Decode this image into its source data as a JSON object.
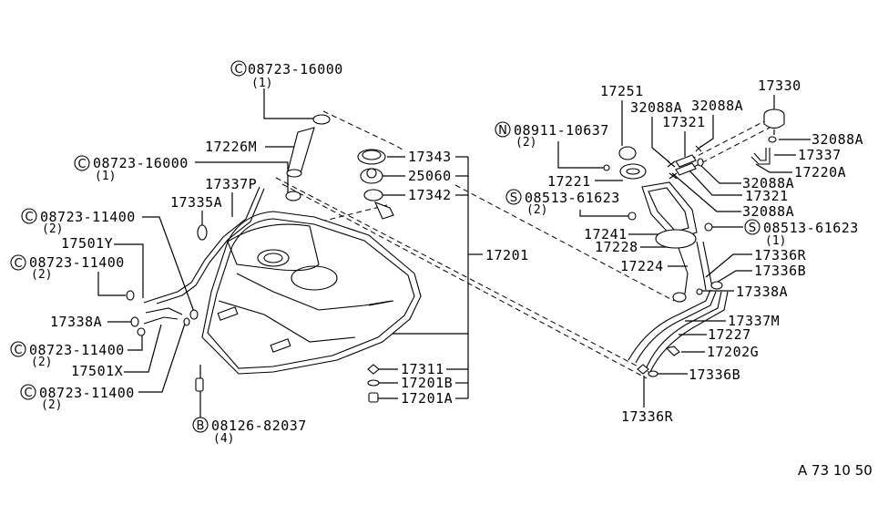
{
  "diagram": {
    "title": "Fuel Tank Parts Diagram",
    "reference_code": "A 73 10 50"
  },
  "labels": {
    "c_08723_16000_top": {
      "prefix": "C",
      "part": "08723-16000",
      "qty": "(1)"
    },
    "c_08723_16000_mid": {
      "prefix": "C",
      "part": "08723-16000",
      "qty": "(1)"
    },
    "c_08723_11400_a": {
      "prefix": "C",
      "part": "08723-11400",
      "qty": "(2)"
    },
    "c_08723_11400_b": {
      "prefix": "C",
      "part": "08723-11400",
      "qty": "(2)"
    },
    "c_08723_11400_c": {
      "prefix": "C",
      "part": "08723-11400",
      "qty": "(2)"
    },
    "c_08723_11400_d": {
      "prefix": "C",
      "part": "08723-11400",
      "qty": "(2)"
    },
    "b_08126_82037": {
      "prefix": "B",
      "part": "08126-82037",
      "qty": "(4)"
    },
    "n_08911_10637": {
      "prefix": "N",
      "part": "08911-10637",
      "qty": "(2)"
    },
    "s_08513_61623_a": {
      "prefix": "S",
      "part": "08513-61623",
      "qty": "(2)"
    },
    "s_08513_61623_b": {
      "prefix": "S",
      "part": "08513-61623",
      "qty": "(1)"
    },
    "p17226M": "17226M",
    "p17337P": "17337P",
    "p17335A": "17335A",
    "p17501Y": "17501Y",
    "p17338A_left": "17338A",
    "p17501X": "17501X",
    "p17343": "17343",
    "p25060": "25060",
    "p17342": "17342",
    "p17201": "17201",
    "p17311": "17311",
    "p17201B": "17201B",
    "p17201A": "17201A",
    "p17251": "17251",
    "p32088A_1": "32088A",
    "p32088A_2": "32088A",
    "p17321_top": "17321",
    "p17330": "17330",
    "p32088A_3": "32088A",
    "p17337": "17337",
    "p17220A": "17220A",
    "p32088A_4": "32088A",
    "p17321_mid": "17321",
    "p32088A_5": "32088A",
    "p17221": "17221",
    "p17241": "17241",
    "p17228": "17228",
    "p17224": "17224",
    "p17336R_top": "17336R",
    "p17336B_top": "17336B",
    "p17338A_right": "17338A",
    "p17337M": "17337M",
    "p17227": "17227",
    "p17202G": "17202G",
    "p17336B_bot": "17336B",
    "p17336R_bot": "17336R"
  },
  "colors": {
    "line": "#000000",
    "background": "#ffffff"
  }
}
